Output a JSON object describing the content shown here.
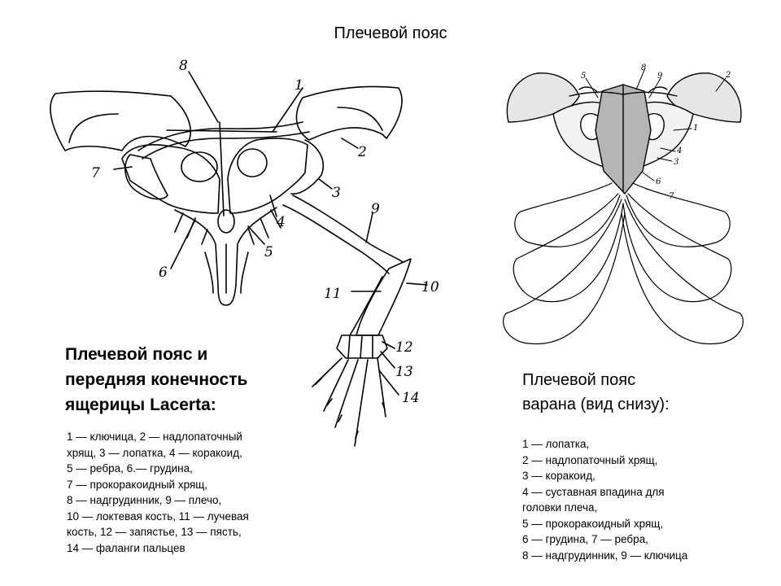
{
  "title": "Плечевой пояс",
  "lizard": {
    "heading_lines": [
      "Плечевой пояс и",
      "передняя конечность",
      "ящерицы Lacerta:"
    ],
    "legend_lines": [
      "1 — ключица, 2 — надлопаточный",
      "хрящ, 3 — лопатка, 4 — коракоид,",
      "5 — ребра, 6.— грудина,",
      "7 — прокоракоидный хрящ,",
      "8 — надгрудинник, 9 — плечо,",
      "10 — локтевая кость, 11 — лучевая",
      "кость, 12 — запястье, 13 — пясть,",
      "14 — фаланги пальцев"
    ],
    "figure_labels": [
      "1",
      "2",
      "3",
      "4",
      "5",
      "6",
      "7",
      "8",
      "9",
      "10",
      "11",
      "12",
      "13",
      "14"
    ]
  },
  "monitor": {
    "heading_lines": [
      "Плечевой пояс",
      "варана (вид снизу):"
    ],
    "legend_lines": [
      "1 — лопатка,",
      "2 — надлопаточный хрящ,",
      "3 — коракоид,",
      "4 — суставная впадина для",
      "головки плеча,",
      "5 — прокоракоидный  хрящ,",
      "6 — грудина, 7 — ребра,",
      "8 — надгрудинник, 9 — ключица"
    ],
    "figure_labels": [
      "1",
      "2",
      "3",
      "4",
      "5",
      "6",
      "7",
      "8",
      "9"
    ]
  }
}
